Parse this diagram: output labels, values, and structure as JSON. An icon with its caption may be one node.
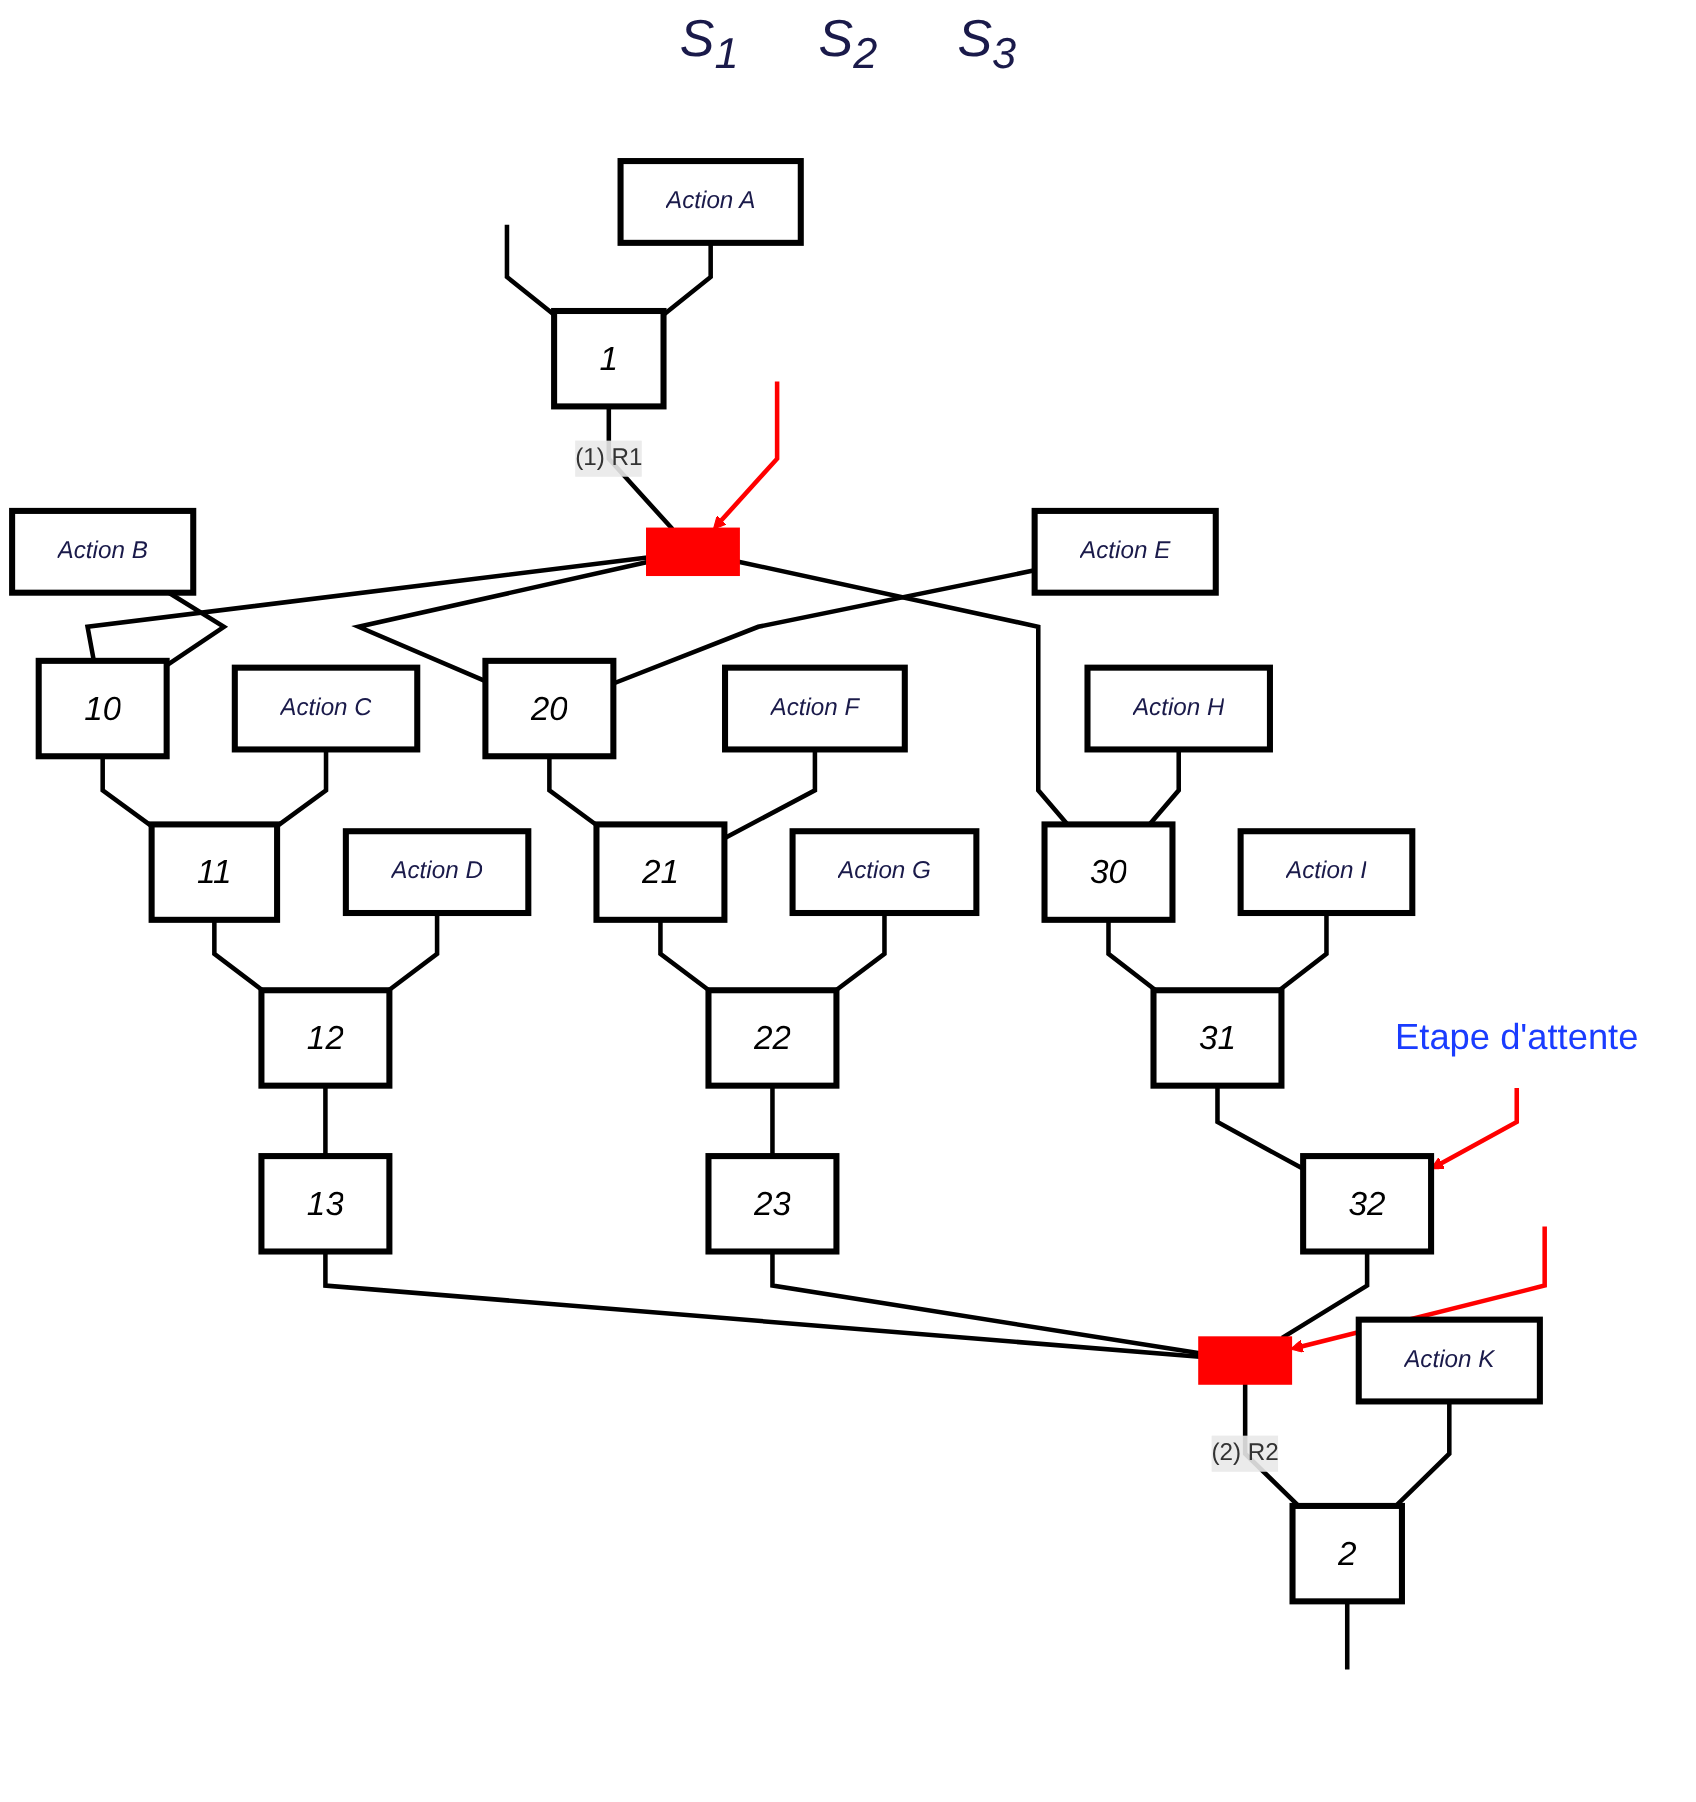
{
  "diagram": {
    "nodes": [
      {
        "text": [
          "1"
        ]
      },
      {
        "text": [
          "Action A"
        ]
      },
      {
        "text": [],
        "shape": "bar"
      },
      {
        "text": [
          "10"
        ]
      },
      {
        "text": [
          "Action B"
        ]
      },
      {
        "text": [
          "20"
        ]
      },
      {
        "text": [
          "Action E"
        ]
      },
      {
        "text": [
          "30"
        ]
      },
      {
        "text": [
          "Action H"
        ]
      },
      {
        "text": [
          "11"
        ]
      },
      {
        "text": [
          "Action C"
        ]
      },
      {
        "text": [
          "21"
        ]
      },
      {
        "text": [
          "Action F"
        ]
      },
      {
        "text": [
          "31"
        ]
      },
      {
        "text": [
          "Action I"
        ]
      },
      {
        "text": [
          "12"
        ]
      },
      {
        "text": [
          "Action D"
        ]
      },
      {
        "text": [
          "22"
        ]
      },
      {
        "text": [
          "Action G"
        ]
      },
      {
        "text": [
          "32"
        ]
      },
      {
        "text": [
          "13"
        ]
      },
      {
        "text": [
          "23"
        ]
      },
      {
        "text": [
          "Etape d'attente"
        ]
      },
      {
        "text": [],
        "shape": "bar"
      },
      {
        "text": [
          "2"
        ]
      },
      {
        "text": [
          "Action K"
        ]
      }
    ],
    "edges": [
      {
        "from": null,
        "to": 0,
        "arrow": "none"
      },
      {
        "from": 0,
        "to": 1,
        "arrow": "none"
      },
      {
        "from": 0,
        "to": 2,
        "arrow": "none",
        "label": "(1) R1"
      },
      {
        "from": 2,
        "to": 3,
        "arrow": "none"
      },
      {
        "from": 2,
        "to": 5,
        "arrow": "none"
      },
      {
        "from": 2,
        "to": 7,
        "arrow": "none"
      },
      {
        "from": 3,
        "to": 4,
        "arrow": "none"
      },
      {
        "from": 5,
        "to": 6,
        "arrow": "none"
      },
      {
        "from": 7,
        "to": 8,
        "arrow": "none"
      },
      {
        "from": 3,
        "to": 9,
        "arrow": "none"
      },
      {
        "from": 5,
        "to": 11,
        "arrow": "none"
      },
      {
        "from": 7,
        "to": 13,
        "arrow": "none"
      },
      {
        "from": 9,
        "to": 10,
        "arrow": "none"
      },
      {
        "from": 11,
        "to": 12,
        "arrow": "none"
      },
      {
        "from": 13,
        "to": 14,
        "arrow": "none"
      },
      {
        "from": 9,
        "to": 15,
        "arrow": "none"
      },
      {
        "from": 11,
        "to": 17,
        "arrow": "none"
      },
      {
        "from": 13,
        "to": 19,
        "arrow": "none"
      },
      {
        "from": 15,
        "to": 16,
        "arrow": "none"
      },
      {
        "from": 17,
        "to": 18,
        "arrow": "none"
      },
      {
        "from": 15,
        "to": 20,
        "arrow": "none"
      },
      {
        "from": 17,
        "to": 21,
        "arrow": "none"
      },
      {
        "from": 20,
        "to": 23,
        "arrow": "none"
      },
      {
        "from": 21,
        "to": 23,
        "arrow": "none"
      },
      {
        "from": 19,
        "to": 23,
        "arrow": "none"
      },
      {
        "from": 22,
        "to": 19,
        "arrow": "to",
        "color": "#ff0000"
      },
      {
        "from": null,
        "to": 2,
        "arrow": "to",
        "color": "#ff0000"
      },
      {
        "from": null,
        "to": 23,
        "arrow": "to",
        "color": "#ff0000"
      },
      {
        "from": 23,
        "to": 24,
        "arrow": "none",
        "label": "(2) R2"
      },
      {
        "from": 24,
        "to": 25,
        "arrow": "none"
      },
      {
        "from": 24,
        "to": null,
        "arrow": "none"
      }
    ],
    "labels": [
      "S$_{1}$",
      "S$_{2}$",
      "S$_{3}$"
    ]
  }
}
